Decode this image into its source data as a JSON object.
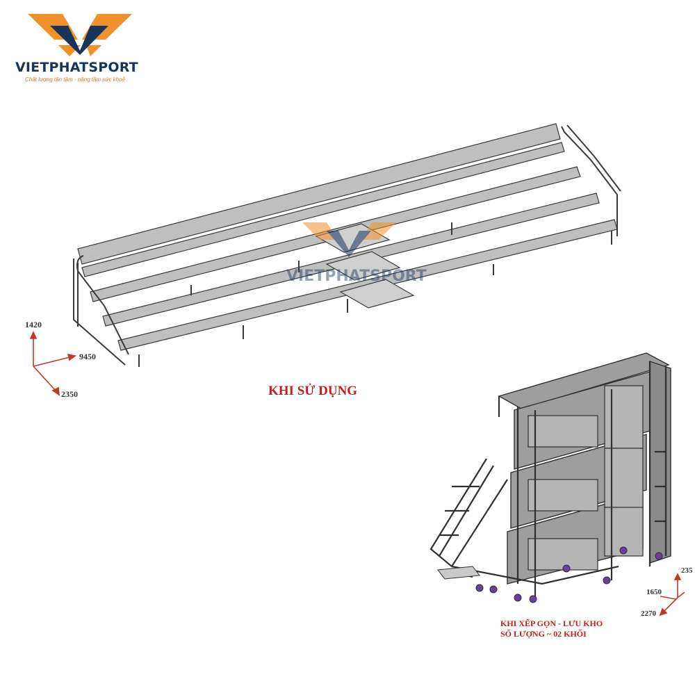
{
  "brand": {
    "name": "VIETPHATSPORT",
    "slogan": "Chất lượng tận tâm - nâng tầm sức khoẻ",
    "colors": {
      "orange": "#f0922b",
      "navy": "#17345c"
    }
  },
  "views": {
    "in_use": {
      "caption": "KHI SỬ DỤNG",
      "dimensions": {
        "height": "1420",
        "length": "9450",
        "depth": "2350"
      }
    },
    "stored": {
      "caption_line1": "KHI XẾP GỌN - LƯU KHO",
      "caption_line2": "SỐ LƯỢNG ~ 02 KHỐI",
      "dimensions": {
        "height": "235",
        "length": "1650",
        "depth": "2270"
      }
    }
  },
  "watermark": "VIETPHATSPORT"
}
